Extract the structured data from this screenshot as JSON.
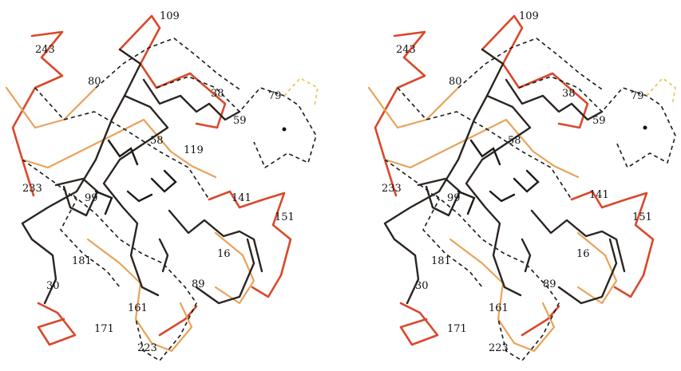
{
  "panels": [
    {
      "id": "left",
      "labels": [
        "109",
        "243",
        "80",
        "38",
        "79",
        "59",
        "58",
        "119",
        "233",
        "99",
        "141",
        "151",
        "16",
        "181",
        "89",
        "30",
        "171",
        "161",
        "223"
      ]
    },
    {
      "id": "right",
      "labels": [
        "109",
        "243",
        "80",
        "38",
        "79",
        "59",
        "58",
        "233",
        "99",
        "141",
        "151",
        "16",
        "181",
        "89",
        "30",
        "171",
        "161",
        "223"
      ]
    }
  ],
  "colors": {
    "backbone_dark": "#2b2420",
    "backbone_red": "#d9482b",
    "backbone_orange": "#e8a35a",
    "backbone_dashed": "#1a1a1a",
    "highlight_dashed": "#e9c95a"
  }
}
